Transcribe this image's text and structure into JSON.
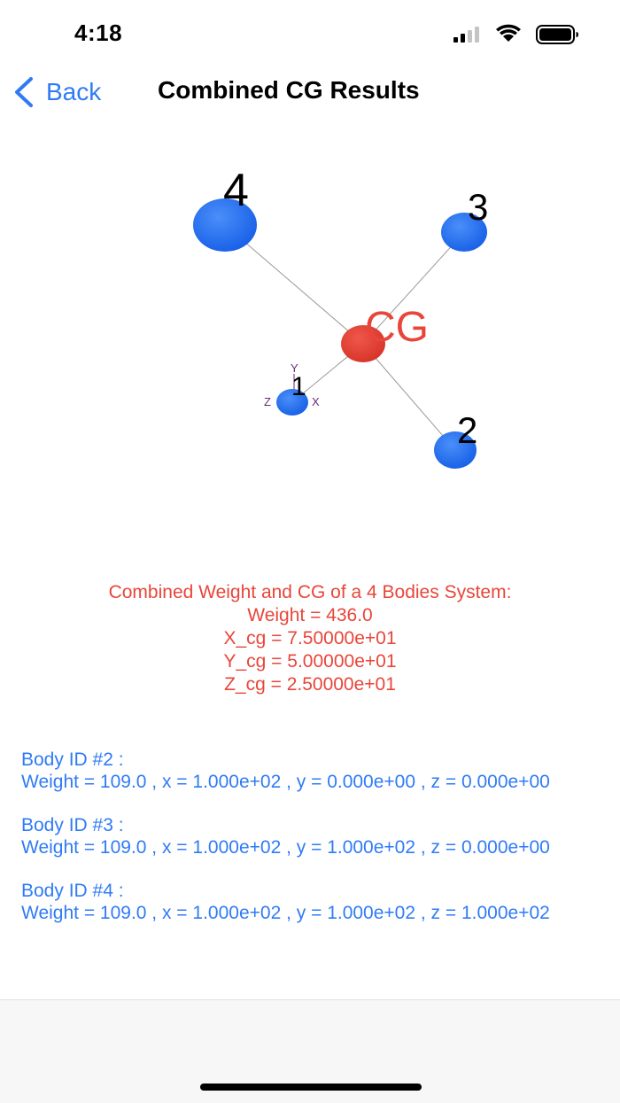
{
  "status": {
    "time": "4:18"
  },
  "nav": {
    "back_label": "Back",
    "title": "Combined CG Results"
  },
  "scene": {
    "body_labels": [
      "1",
      "2",
      "3",
      "4"
    ],
    "cg_label": "CG",
    "axis_labels": {
      "x": "X",
      "y": "Y",
      "z": "Z"
    },
    "colors": {
      "body": "#2f7bf5",
      "cg": "#e8463a",
      "lines": "#999999"
    }
  },
  "summary": {
    "heading": "Combined Weight and CG of a 4 Bodies System:",
    "weight": "Weight = 436.0",
    "x_cg": "X_cg = 7.50000e+01",
    "y_cg": "Y_cg = 5.00000e+01",
    "z_cg": "Z_cg = 2.50000e+01"
  },
  "bodies": [
    {
      "id": "Body ID #2 :",
      "details": "Weight = 109.0 , x = 1.000e+02 , y = 0.000e+00 , z = 0.000e+00"
    },
    {
      "id": "Body ID #3 :",
      "details": "Weight = 109.0 , x = 1.000e+02 , y = 1.000e+02 , z = 0.000e+00"
    },
    {
      "id": "Body ID #4 :",
      "details": "Weight = 109.0 , x = 1.000e+02 , y = 1.000e+02 , z = 1.000e+02"
    }
  ]
}
